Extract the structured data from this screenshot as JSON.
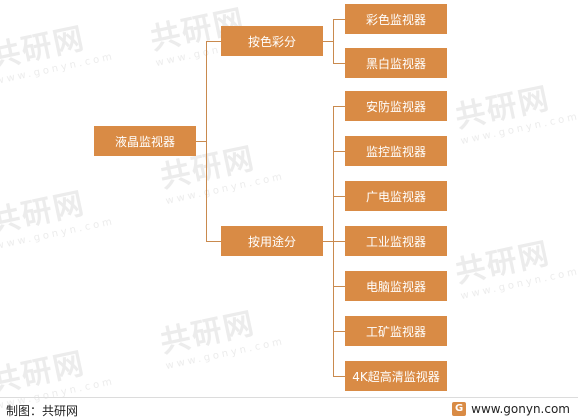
{
  "root": {
    "label": "液晶监视器"
  },
  "branches": [
    {
      "label": "按色彩分",
      "children": [
        "彩色监视器",
        "黑白监视器"
      ]
    },
    {
      "label": "按用途分",
      "children": [
        "安防监视器",
        "监控监视器",
        "广电监视器",
        "工业监视器",
        "电脑监视器",
        "工矿监视器",
        "4K超高清监视器"
      ]
    }
  ],
  "watermark": {
    "text": "共研网",
    "sub": "www.gonyn.com"
  },
  "footer": {
    "source": "制图：共研网",
    "site": "www.gonyn.com",
    "logo_icon": "G"
  },
  "colors": {
    "node_fill": "#d98b45",
    "connector": "#c98a4e",
    "text": "#ffffff"
  }
}
